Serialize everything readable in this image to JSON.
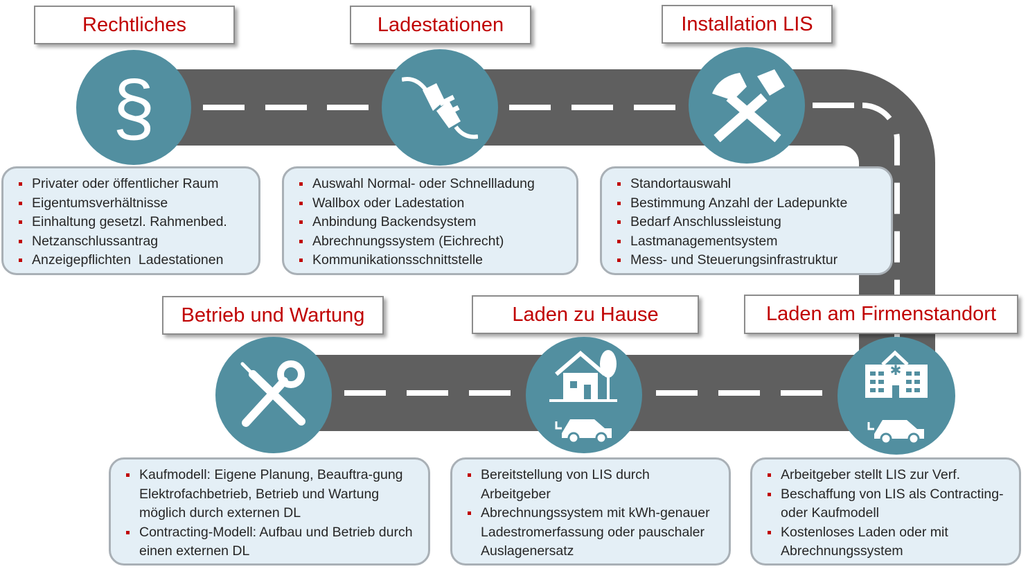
{
  "colors": {
    "accent": "#c00000",
    "circle": "#528fa0",
    "road": "#5f5f5f",
    "box_bg": "#e4eff6"
  },
  "stages": [
    {
      "title": "Rechtliches",
      "icon": "paragraph-icon",
      "items": [
        "Privater oder öffentlicher Raum",
        "Eigentumsverhältnisse",
        "Einhaltung gesetzl. Rahmenbed.",
        "Netzanschlussantrag",
        "Anzeigepflichten  Ladestationen"
      ]
    },
    {
      "title": "Ladestationen",
      "icon": "plug-icon",
      "items": [
        "Auswahl Normal- oder Schnellladung",
        "Wallbox oder Ladestation",
        "Anbindung Backendsystem",
        "Abrechnungssystem (Eichrecht)",
        "Kommunikationsschnittstelle"
      ]
    },
    {
      "title": "Installation LIS",
      "icon": "hammer-pick-icon",
      "items": [
        "Standortauswahl",
        "Bestimmung Anzahl der Ladepunkte",
        "Bedarf Anschlussleistung",
        "Lastmanagementsystem",
        "Mess- und Steuerungsinfrastruktur"
      ]
    },
    {
      "title": "Betrieb und Wartung",
      "icon": "tools-icon",
      "items": [
        "Kaufmodell: Eigene Planung, Beauftra-gung Elektrofachbetrieb, Betrieb und Wartung möglich durch externen DL",
        "Contracting-Modell: Aufbau und Betrieb durch einen externen DL"
      ]
    },
    {
      "title": "Laden zu Hause",
      "icon": "house-car-icon",
      "items": [
        "Bereitstellung von LIS durch Arbeitgeber",
        "Abrechnungssystem mit kWh-genauer Ladestromerfassung oder pauschaler Auslagenersatz"
      ]
    },
    {
      "title": "Laden am Firmenstandort",
      "icon": "building-car-icon",
      "items": [
        "Arbeitgeber stellt LIS zur Verf.",
        "Beschaffung von LIS als Contracting- oder Kaufmodell",
        "Kostenloses Laden oder mit Abrechnungssystem"
      ]
    }
  ]
}
